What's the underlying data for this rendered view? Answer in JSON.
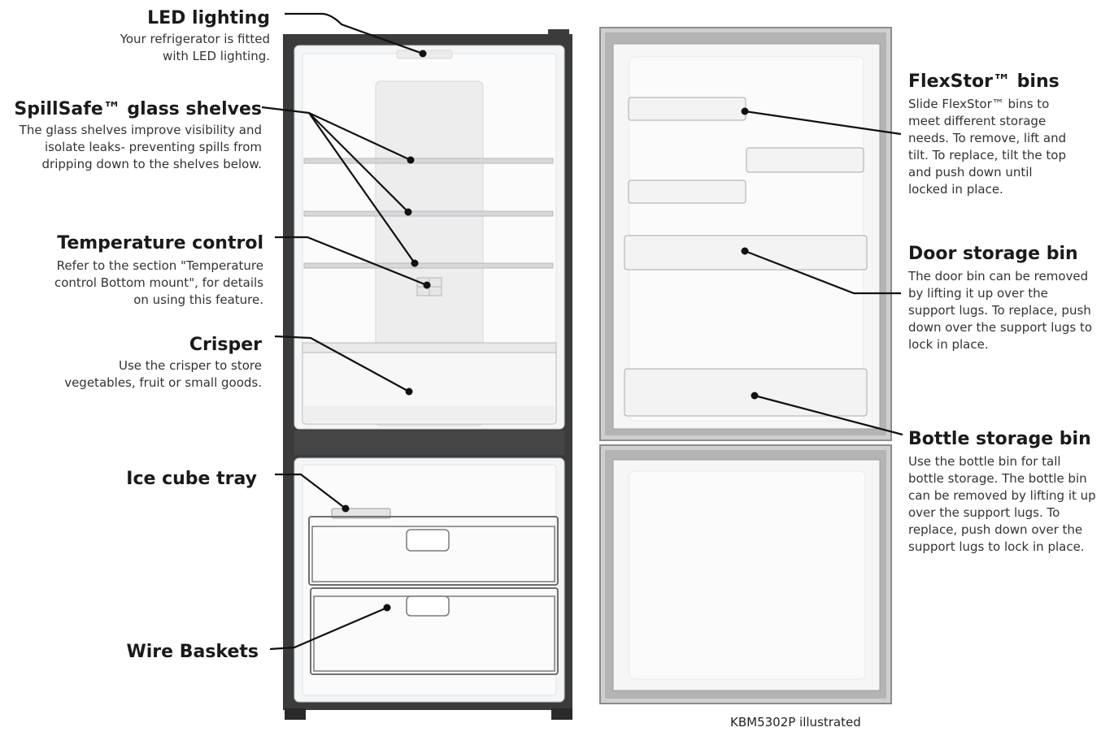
{
  "left_callouts": {
    "led": {
      "title": "LED lighting",
      "desc": "Your refrigerator is fitted with LED lighting."
    },
    "shelves": {
      "title": "SpillSafe™ glass shelves",
      "desc": "The glass shelves improve visibility and isolate leaks- preventing spills from dripping down to the shelves below."
    },
    "temperature": {
      "title": "Temperature control",
      "desc": "Refer to the section \"Temperature control Bottom mount\", for details on using this feature."
    },
    "crisper": {
      "title": "Crisper",
      "desc": "Use the crisper to store vegetables, fruit or small goods."
    },
    "ice": {
      "title": "Ice cube tray"
    },
    "baskets": {
      "title": "Wire Baskets"
    }
  },
  "right_callouts": {
    "flexstor": {
      "title": "FlexStor™ bins",
      "desc": "Slide FlexStor™ bins to meet different storage needs. To remove, lift and tilt. To replace, tilt the top and push down until locked in place."
    },
    "door_bin": {
      "title": "Door storage bin",
      "desc": "The door bin can be removed by lifting it up over the support lugs. To replace, push down over the support lugs to lock in place."
    },
    "bottle_bin": {
      "title": "Bottle storage bin",
      "desc": "Use the bottle bin for tall bottle storage. The bottle bin can be removed by lifting it up over the support lugs. To replace, push down over the support lugs to lock in place."
    }
  },
  "caption": "KBM5302P illustrated",
  "colors": {
    "cabinet": "#3b3b3b",
    "leader": "#111111",
    "door_frame": "#9a9a9a",
    "interior": "#f4f5f6"
  }
}
